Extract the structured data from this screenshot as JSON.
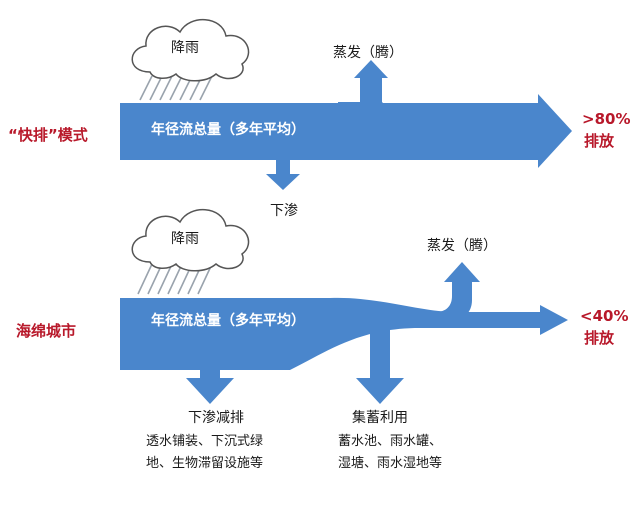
{
  "top": {
    "model_label": "“快排”模式",
    "rain": "降雨",
    "main_flow": "年径流总量（多年平均）",
    "evaporation": "蒸发（腾）",
    "infiltration": "下渗",
    "discharge_pct": ">80%",
    "discharge_word": "排放"
  },
  "bottom": {
    "model_label": "海绵城市",
    "rain": "降雨",
    "main_flow": "年径流总量（多年平均）",
    "evaporation": "蒸发（腾）",
    "discharge_pct": "<40%",
    "discharge_word": "排放",
    "infiltration_title": "下渗减排",
    "infiltration_line1": "透水铺装、下沉式绿",
    "infiltration_line2": "地、生物滞留设施等",
    "storage_title": "集蓄利用",
    "storage_line1": "蓄水池、雨水罐、",
    "storage_line2": "湿塘、雨水湿地等"
  },
  "colors": {
    "arrow": "#4a86cc",
    "arrow_dark": "#2f6db3",
    "label_red": "#b8182a",
    "rain": "#9aa3ad"
  }
}
